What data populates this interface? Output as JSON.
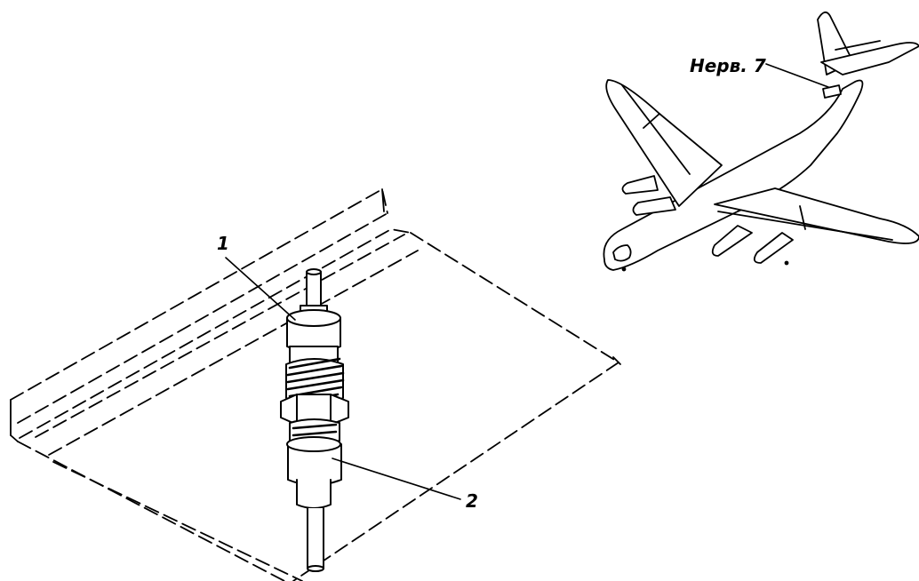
{
  "callouts": {
    "part_1": "1",
    "part_2": "2",
    "frame_ref": "Нерв. 7"
  }
}
